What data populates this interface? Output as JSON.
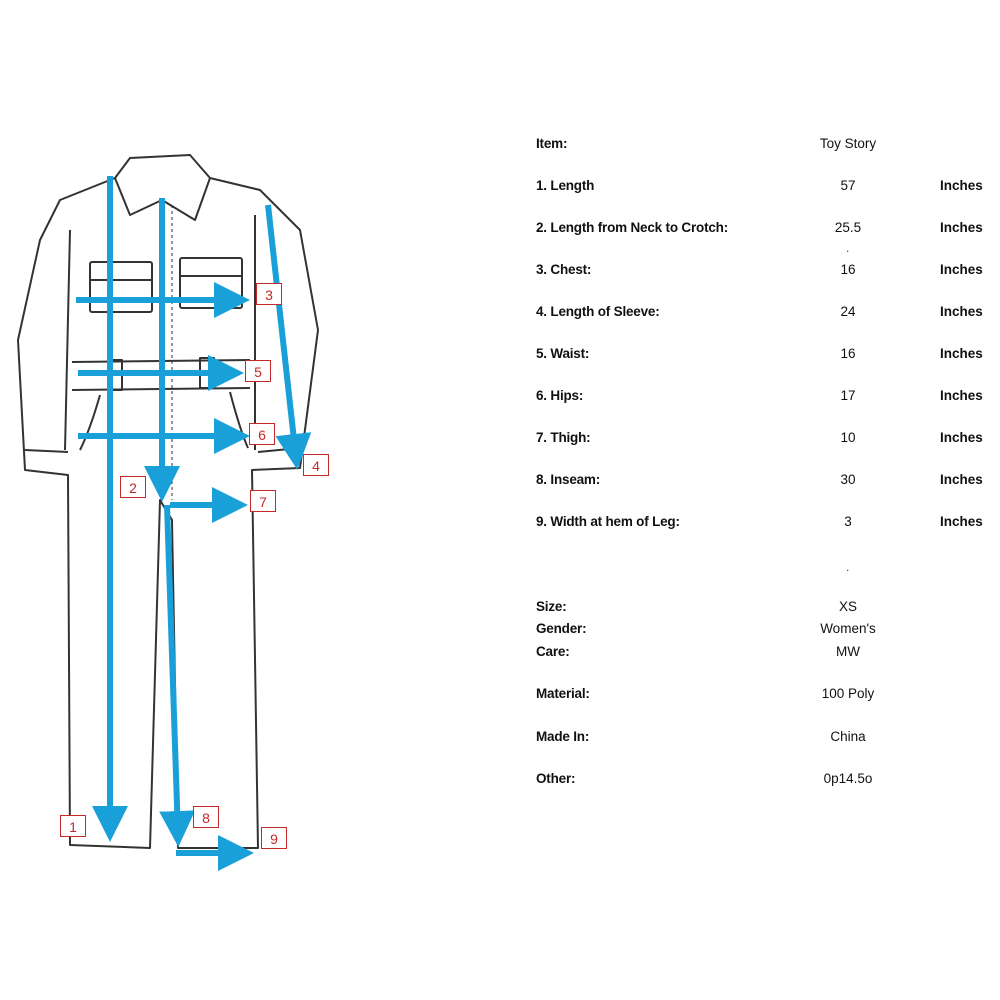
{
  "diagram": {
    "markers": [
      "1",
      "2",
      "3",
      "4",
      "5",
      "6",
      "7",
      "8",
      "9"
    ]
  },
  "colors": {
    "arrow": "#1aa0d8",
    "marker": "#c42a2a",
    "outline": "#333333"
  },
  "spec": {
    "item_label": "Item:",
    "item_value": "Toy Story",
    "measurements": [
      {
        "label": "1. Length",
        "value": "57",
        "unit": "Inches"
      },
      {
        "label": "2. Length from Neck to Crotch:",
        "value": "25.5",
        "unit": "Inches"
      },
      {
        "label": "3. Chest:",
        "value": "16",
        "unit": "Inches"
      },
      {
        "label": "4. Length of Sleeve:",
        "value": "24",
        "unit": "Inches"
      },
      {
        "label": "5. Waist:",
        "value": "16",
        "unit": "Inches"
      },
      {
        "label": "6. Hips:",
        "value": "17",
        "unit": "Inches"
      },
      {
        "label": "7. Thigh:",
        "value": "10",
        "unit": "Inches"
      },
      {
        "label": "8. Inseam:",
        "value": "30",
        "unit": "Inches"
      },
      {
        "label": "9. Width at hem of Leg:",
        "value": "3",
        "unit": "Inches"
      }
    ],
    "dot1": ".",
    "dot2": ".",
    "details": [
      {
        "label": "Size:",
        "value": "XS"
      },
      {
        "label": "Gender:",
        "value": "Women's"
      },
      {
        "label": "Care:",
        "value": "MW"
      },
      {
        "label": "Material:",
        "value": "100 Poly"
      },
      {
        "label": "Made In:",
        "value": "China"
      },
      {
        "label": "Other:",
        "value": "0p14.5o"
      }
    ]
  }
}
